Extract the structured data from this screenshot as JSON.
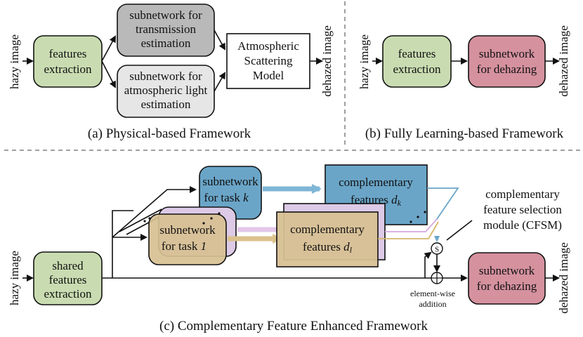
{
  "colors": {
    "green": "#c9dcb1",
    "gray_dark": "#b9b9b9",
    "gray_light": "#e6e6e6",
    "white": "#ffffff",
    "pink": "#d5919e",
    "blue": "#6aa5c8",
    "purple": "#dccae6",
    "tan": "#d7c093",
    "dash": "#808080"
  },
  "panel_a": {
    "input": "hazy image",
    "features": [
      "features",
      "extraction"
    ],
    "transmission": [
      "subnetwork for",
      "transmission",
      "estimation"
    ],
    "atmospheric": [
      "subnetwork for",
      "atmospheric light",
      "estimation"
    ],
    "scattering": [
      "Atmospheric",
      "Scattering",
      "Model"
    ],
    "output": "dehazed image",
    "caption": "(a) Physical-based Framework"
  },
  "panel_b": {
    "input": "hazy image",
    "features": [
      "features",
      "extraction"
    ],
    "dehazing": [
      "subnetwork",
      "for dehazing"
    ],
    "output": "dehazed image",
    "caption": "(b) Fully Learning-based Framework"
  },
  "panel_c": {
    "input": "hazy image",
    "shared": [
      "shared",
      "features",
      "extraction"
    ],
    "task_k": [
      "subnetwork",
      "for task"
    ],
    "task_k_var": "k",
    "task_1": [
      "subnetwork",
      "for task"
    ],
    "task_1_var": "1",
    "comp_k": [
      "complementary",
      "features"
    ],
    "comp_k_var": "d",
    "comp_k_sub": "k",
    "comp_1": [
      "complementary",
      "features"
    ],
    "comp_1_var": "d",
    "comp_1_sub": "l",
    "cfsm": [
      "complementary",
      "feature selection",
      "module (CFSM)"
    ],
    "select_symbol": "S",
    "add_symbol": "+",
    "elementwise": [
      "element-wise",
      "addition"
    ],
    "dehazing": [
      "subnetwork",
      "for dehazing"
    ],
    "output": "dehazed image",
    "caption": "(c) Complementary Feature Enhanced Framework"
  }
}
